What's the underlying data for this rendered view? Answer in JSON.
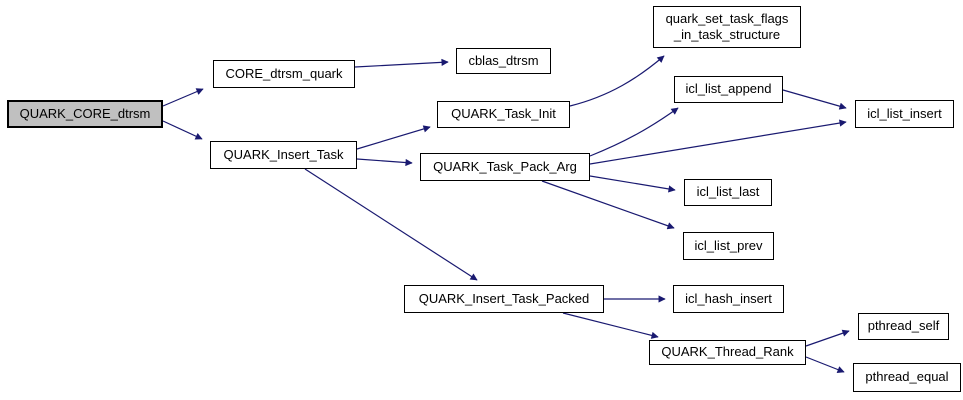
{
  "diagram": {
    "kind": "call-graph",
    "background_color": "#ffffff",
    "edge_color": "#191970",
    "node_border_color": "#000000",
    "node_fill_color": "#ffffff",
    "highlight_fill_color": "#c0c0c0",
    "text_color": "#000000",
    "nodes": [
      {
        "id": "quark-core-dtrsm",
        "label": "QUARK_CORE_dtrsm",
        "highlighted": true
      },
      {
        "id": "core-dtrsm-quark",
        "label": "CORE_dtrsm_quark",
        "highlighted": false
      },
      {
        "id": "cblas-dtrsm",
        "label": "cblas_dtrsm",
        "highlighted": false
      },
      {
        "id": "quark-insert-task",
        "label": "QUARK_Insert_Task",
        "highlighted": false
      },
      {
        "id": "quark-task-init",
        "label": "QUARK_Task_Init",
        "highlighted": false
      },
      {
        "id": "quark-set-task-flags",
        "label": "quark_set_task_flags\n_in_task_structure",
        "highlighted": false
      },
      {
        "id": "quark-task-pack-arg",
        "label": "QUARK_Task_Pack_Arg",
        "highlighted": false
      },
      {
        "id": "icl-list-append",
        "label": "icl_list_append",
        "highlighted": false
      },
      {
        "id": "icl-list-insert",
        "label": "icl_list_insert",
        "highlighted": false
      },
      {
        "id": "icl-list-last",
        "label": "icl_list_last",
        "highlighted": false
      },
      {
        "id": "icl-list-prev",
        "label": "icl_list_prev",
        "highlighted": false
      },
      {
        "id": "quark-insert-task-packed",
        "label": "QUARK_Insert_Task_Packed",
        "highlighted": false
      },
      {
        "id": "icl-hash-insert",
        "label": "icl_hash_insert",
        "highlighted": false
      },
      {
        "id": "quark-thread-rank",
        "label": "QUARK_Thread_Rank",
        "highlighted": false
      },
      {
        "id": "pthread-self",
        "label": "pthread_self",
        "highlighted": false
      },
      {
        "id": "pthread-equal",
        "label": "pthread_equal",
        "highlighted": false
      }
    ],
    "edges": [
      {
        "from": "QUARK_CORE_dtrsm",
        "to": "CORE_dtrsm_quark"
      },
      {
        "from": "QUARK_CORE_dtrsm",
        "to": "QUARK_Insert_Task"
      },
      {
        "from": "CORE_dtrsm_quark",
        "to": "cblas_dtrsm"
      },
      {
        "from": "QUARK_Insert_Task",
        "to": "QUARK_Task_Init"
      },
      {
        "from": "QUARK_Insert_Task",
        "to": "QUARK_Task_Pack_Arg"
      },
      {
        "from": "QUARK_Insert_Task",
        "to": "QUARK_Insert_Task_Packed"
      },
      {
        "from": "QUARK_Task_Init",
        "to": "quark_set_task_flags_in_task_structure"
      },
      {
        "from": "QUARK_Task_Pack_Arg",
        "to": "icl_list_append"
      },
      {
        "from": "QUARK_Task_Pack_Arg",
        "to": "icl_list_insert"
      },
      {
        "from": "QUARK_Task_Pack_Arg",
        "to": "icl_list_last"
      },
      {
        "from": "QUARK_Task_Pack_Arg",
        "to": "icl_list_prev"
      },
      {
        "from": "icl_list_append",
        "to": "icl_list_insert"
      },
      {
        "from": "QUARK_Insert_Task_Packed",
        "to": "icl_hash_insert"
      },
      {
        "from": "QUARK_Insert_Task_Packed",
        "to": "QUARK_Thread_Rank"
      },
      {
        "from": "QUARK_Thread_Rank",
        "to": "pthread_self"
      },
      {
        "from": "QUARK_Thread_Rank",
        "to": "pthread_equal"
      }
    ]
  }
}
